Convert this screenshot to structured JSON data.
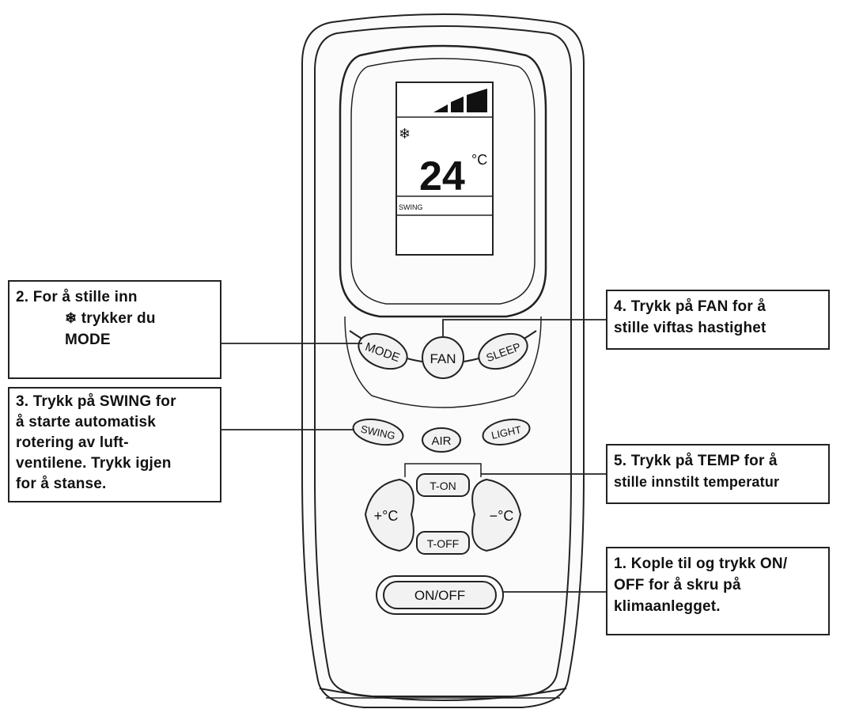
{
  "display": {
    "temperature": "24",
    "unit": "°C",
    "swing": "SWING",
    "mode_symbol": "❄"
  },
  "buttons": {
    "mode": "MODE",
    "fan": "FAN",
    "sleep": "SLEEP",
    "swing": "SWING",
    "air": "AIR",
    "light": "LIGHT",
    "temp_up": "+°C",
    "temp_down": "−°C",
    "t_on": "T-ON",
    "t_off": "T-OFF",
    "on_off": "ON/OFF"
  },
  "callouts": {
    "mode": {
      "line1": "2. For å stille inn",
      "symbol": "❄",
      "line2": "trykker du",
      "line3": "MODE"
    },
    "swing": {
      "lines": [
        "3. Trykk på SWING for",
        "å starte automatisk",
        "rotering av luft-",
        "ventilene. Trykk igjen",
        "for å stanse."
      ]
    },
    "fan": {
      "lines": [
        "4. Trykk på FAN for å",
        "stille viftas hastighet"
      ]
    },
    "temp": {
      "lines": [
        "5. Trykk på TEMP for å",
        "stille innstilt temperatur"
      ]
    },
    "onoff": {
      "lines": [
        "1. Kople til og trykk ON/",
        "OFF for å skru på",
        "klimaanlegget."
      ]
    }
  },
  "colors": {
    "stroke": "#222222",
    "background": "#ffffff",
    "button_fill": "#f2f2f2"
  }
}
